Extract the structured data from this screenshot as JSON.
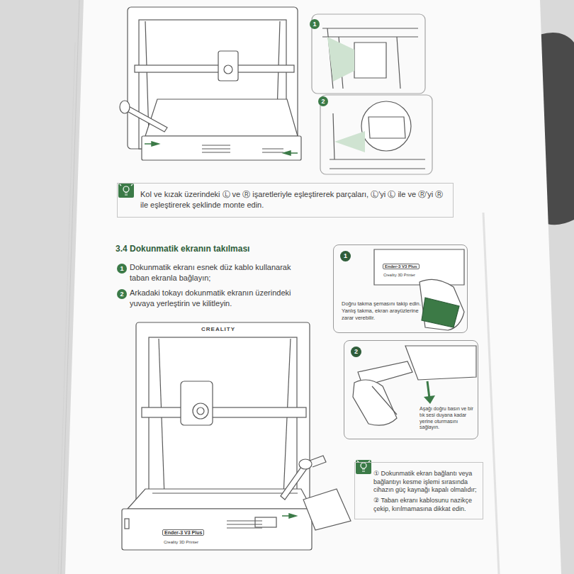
{
  "diagram": {
    "title": "3.4 Dokunmatik ekranın takılması",
    "nodes": [
      {
        "text": [
          "Kol ve kızak üzerindeki Ⓛ ve Ⓡ işaretleriyle eşleştirerek parçaları, Ⓛ'yi Ⓛ ile ve Ⓡ'yi Ⓡ ile eşleştirerek şeklinde monte edin."
        ]
      },
      {
        "text": [
          "1",
          "Doğru takma şemasını takip edin. Yanlış takma, ekran arayüzlerine zarar verebilir."
        ]
      },
      {
        "text": [
          "2",
          "Aşağı doğru basın ve bir tık sesi duyana kadar yerine oturmasını sağlayın."
        ]
      },
      {
        "text": [
          "① Dokunmatik ekran bağlantı veya bağlantıyı kesme işlemi sırasında cihazın güç kaynağı kapalı olmalıdır;",
          "② Taban ekranı kablosunu nazikçe çekip, kırılmamasına dikkat edin."
        ]
      }
    ],
    "labels": [
      "1",
      "2",
      "1",
      "Dokunmatik ekranı esnek düz kablo kullanarak taban ekranla bağlayın;",
      "2",
      "Arkadaki tokayı dokunmatik ekranın üzerindeki yuvaya yerleştirin ve kilitleyin.",
      "CREALITY",
      "Ender-3 V3 Plus",
      "Creality 3D Printer",
      "Ender-3 V3 Plus",
      "Creality 3D Printer"
    ]
  }
}
